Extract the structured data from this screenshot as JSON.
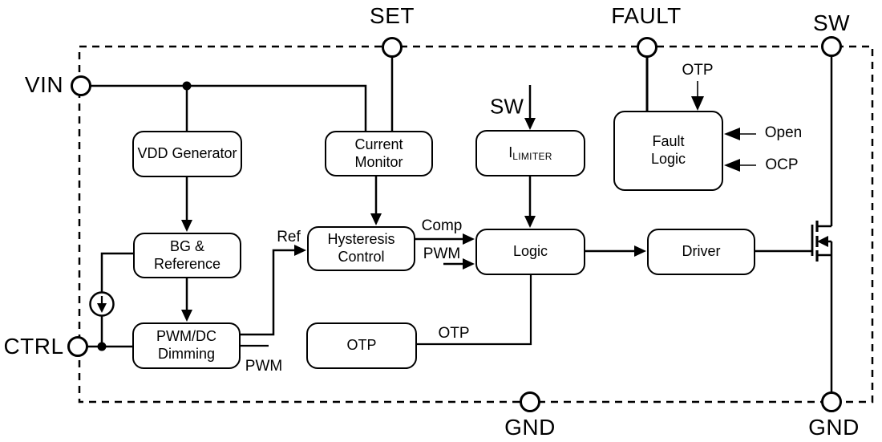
{
  "diagram": {
    "colors": {
      "line": "#000000",
      "background": "#ffffff"
    },
    "pins": {
      "vin": {
        "label": "VIN"
      },
      "set": {
        "label": "SET"
      },
      "fault": {
        "label": "FAULT"
      },
      "sw": {
        "label": "SW"
      },
      "ctrl": {
        "label": "CTRL"
      },
      "gnd_center": {
        "label": "GND"
      },
      "gnd_right": {
        "label": "GND"
      }
    },
    "blocks": {
      "vdd_generator": {
        "label": "VDD Generator"
      },
      "current_monitor": {
        "label": "Current\nMonitor"
      },
      "i_limiter": {
        "label_main": "I",
        "label_sub": "LIMITER"
      },
      "fault_logic": {
        "label": "Fault\nLogic"
      },
      "bg_reference": {
        "label": "BG &\nReference"
      },
      "hysteresis_control": {
        "label": "Hysteresis\nControl"
      },
      "logic": {
        "label": "Logic"
      },
      "driver": {
        "label": "Driver"
      },
      "pwm_dc_dimming": {
        "label": "PWM/DC\nDimming"
      },
      "otp": {
        "label": "OTP"
      }
    },
    "net_labels": {
      "sw_internal": "SW",
      "otp_input": "OTP",
      "open": "Open",
      "ocp": "OCP",
      "ref": "Ref",
      "comp": "Comp",
      "pwm_to_logic": "PWM",
      "pwm_out": "PWM",
      "otp_net": "OTP"
    }
  }
}
